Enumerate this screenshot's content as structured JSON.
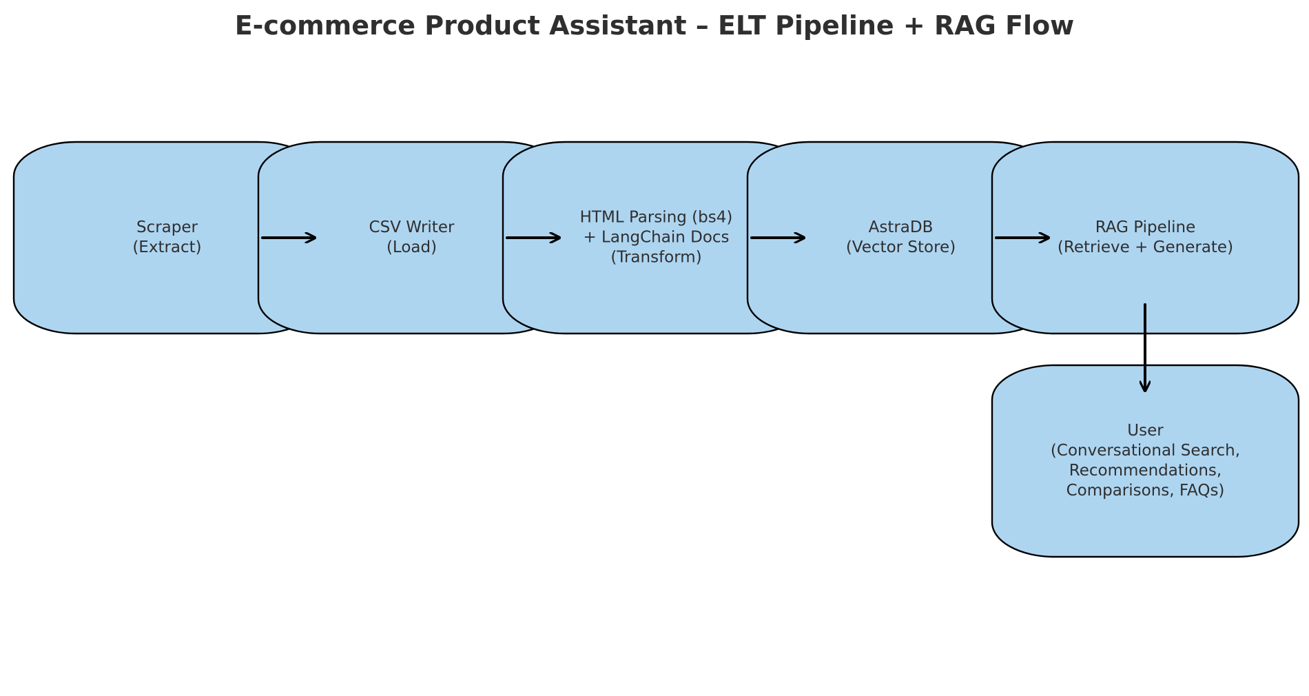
{
  "title": "E-commerce Product Assistant – ELT Pipeline + RAG Flow",
  "colors": {
    "node_fill": "#aed5f0",
    "node_stroke": "#000000",
    "text": "#2f2f2f",
    "arrow": "#000000"
  },
  "nodes": [
    {
      "id": "scraper",
      "lines": [
        "Scraper",
        "(Extract)"
      ]
    },
    {
      "id": "csv-writer",
      "lines": [
        "CSV Writer",
        "(Load)"
      ]
    },
    {
      "id": "html-parsing",
      "lines": [
        "HTML Parsing (bs4)",
        "+ LangChain Docs",
        "(Transform)"
      ]
    },
    {
      "id": "astradb",
      "lines": [
        "AstraDB",
        "(Vector Store)"
      ]
    },
    {
      "id": "rag-pipeline",
      "lines": [
        "RAG Pipeline",
        "(Retrieve + Generate)"
      ]
    },
    {
      "id": "user",
      "lines": [
        "User",
        "(Conversational Search,",
        "Recommendations,",
        "Comparisons, FAQs)"
      ]
    }
  ],
  "edges": [
    {
      "from": "scraper",
      "to": "csv-writer"
    },
    {
      "from": "csv-writer",
      "to": "html-parsing"
    },
    {
      "from": "html-parsing",
      "to": "astradb"
    },
    {
      "from": "astradb",
      "to": "rag-pipeline"
    },
    {
      "from": "rag-pipeline",
      "to": "user"
    }
  ]
}
